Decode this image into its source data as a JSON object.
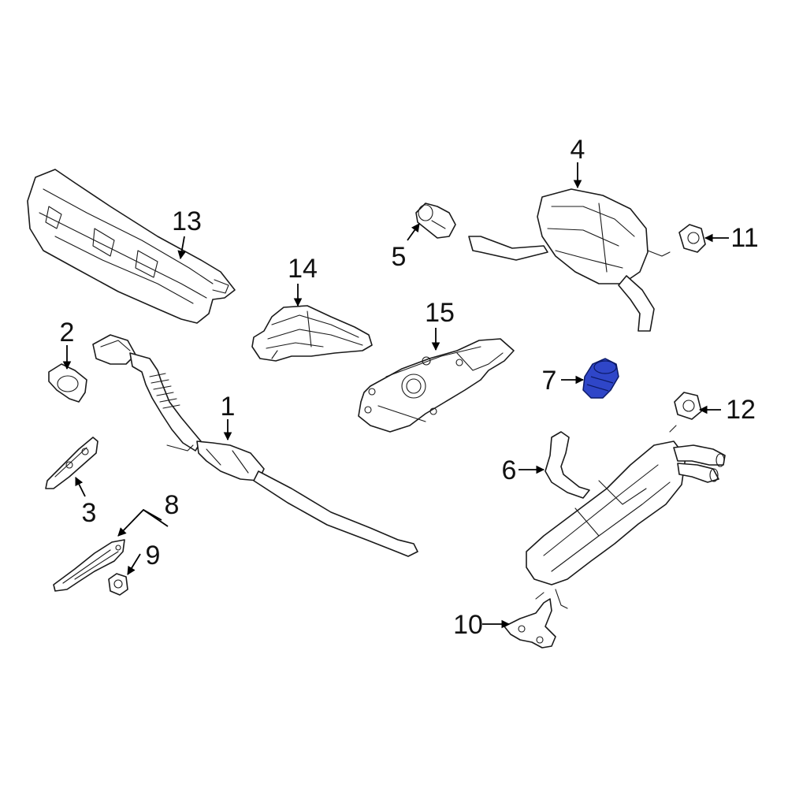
{
  "callouts": [
    {
      "id": "1",
      "label": "1"
    },
    {
      "id": "2",
      "label": "2"
    },
    {
      "id": "3",
      "label": "3"
    },
    {
      "id": "4",
      "label": "4"
    },
    {
      "id": "5",
      "label": "5"
    },
    {
      "id": "6",
      "label": "6"
    },
    {
      "id": "7",
      "label": "7"
    },
    {
      "id": "8",
      "label": "8"
    },
    {
      "id": "9",
      "label": "9"
    },
    {
      "id": "10",
      "label": "10"
    },
    {
      "id": "11",
      "label": "11"
    },
    {
      "id": "12",
      "label": "12"
    },
    {
      "id": "13",
      "label": "13"
    },
    {
      "id": "14",
      "label": "14"
    },
    {
      "id": "15",
      "label": "15"
    }
  ],
  "highlighted_part": "7",
  "colors": {
    "highlight": "#2f46c8",
    "line": "#1a1a1a",
    "background": "#ffffff"
  }
}
